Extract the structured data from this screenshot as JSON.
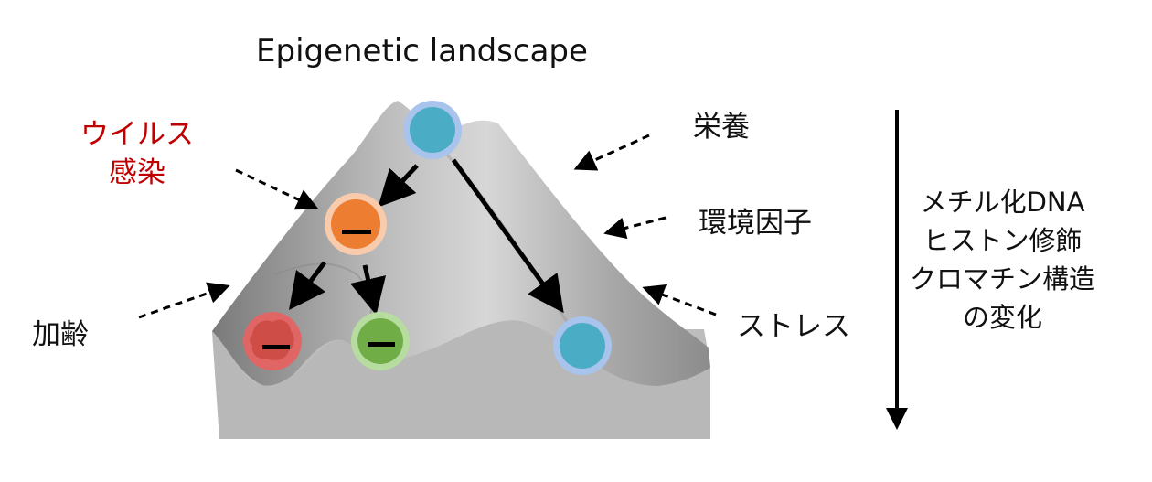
{
  "title": "Epigenetic landscape",
  "factors": {
    "virus_line1": "ウイルス",
    "virus_line2": "感染",
    "nutrition": "栄養",
    "environment": "環境因子",
    "stress": "ストレス",
    "aging": "加齢"
  },
  "epigenetic_changes": {
    "line1": "メチル化DNA",
    "line2": "ヒストン修飾",
    "line3": "クロマチン構造",
    "line4": "の変化"
  },
  "colors": {
    "virus_text": "#c00000",
    "landscape": "#a6a6a6",
    "stem_cell": "#4bacc6",
    "orange_cell": "#ed7d31",
    "red_cell": "#e06666",
    "green_cell": "#70ad47"
  }
}
